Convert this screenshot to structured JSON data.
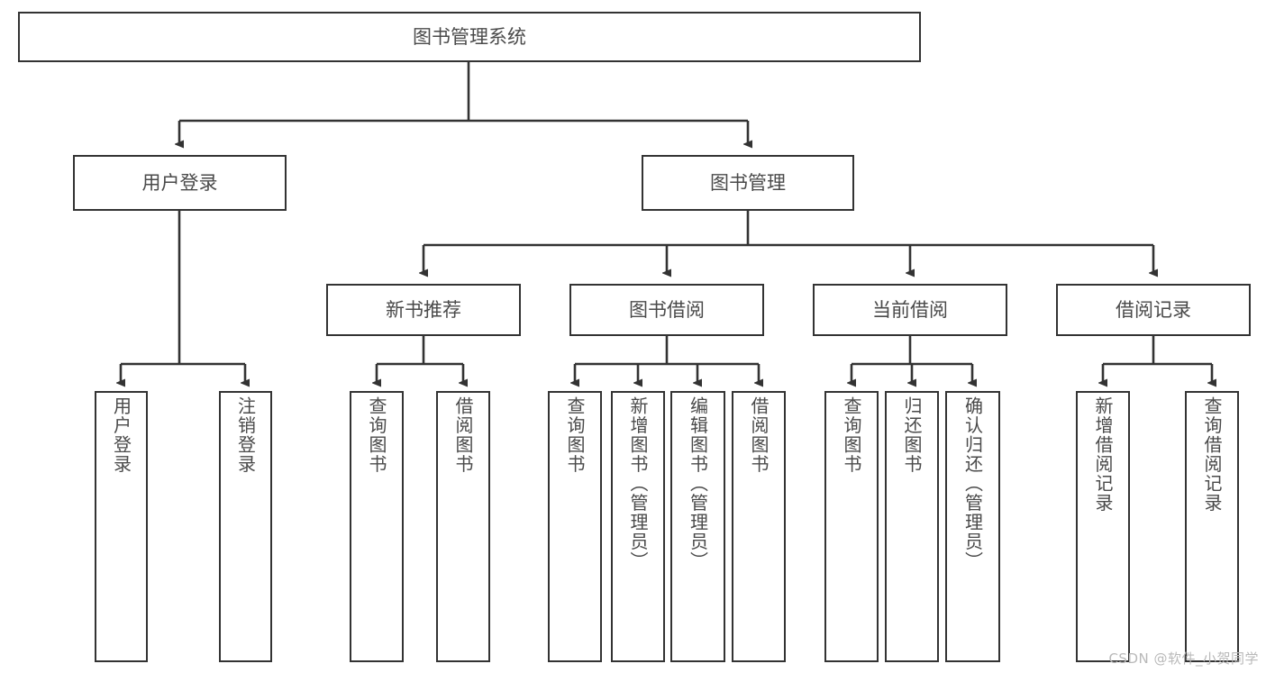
{
  "diagram": {
    "title": "图书管理系统",
    "type": "hierarchy-tree",
    "root": {
      "label": "图书管理系统"
    },
    "level1": [
      {
        "label": "用户登录"
      },
      {
        "label": "图书管理"
      }
    ],
    "level2": [
      {
        "label": "新书推荐"
      },
      {
        "label": "图书借阅"
      },
      {
        "label": "当前借阅"
      },
      {
        "label": "借阅记录"
      }
    ],
    "leaves": {
      "user_login": [
        {
          "label": "用户登录"
        },
        {
          "label": "注销登录"
        }
      ],
      "new_book_recommend": [
        {
          "label": "查询图书"
        },
        {
          "label": "借阅图书"
        }
      ],
      "book_borrow": [
        {
          "label": "查询图书"
        },
        {
          "label": "新增图书（管理员）"
        },
        {
          "label": "编辑图书（管理员）"
        },
        {
          "label": "借阅图书"
        }
      ],
      "current_borrow": [
        {
          "label": "查询图书"
        },
        {
          "label": "归还图书"
        },
        {
          "label": "确认归还（管理员）"
        }
      ],
      "borrow_record": [
        {
          "label": "新增借阅记录"
        },
        {
          "label": "查询借阅记录"
        }
      ]
    }
  },
  "watermark": {
    "text": "CSDN @软件_小贺同学"
  },
  "colors": {
    "stroke": "#333333",
    "text": "#4a4a4a",
    "background": "#ffffff",
    "watermark": "#b9b9b9"
  }
}
